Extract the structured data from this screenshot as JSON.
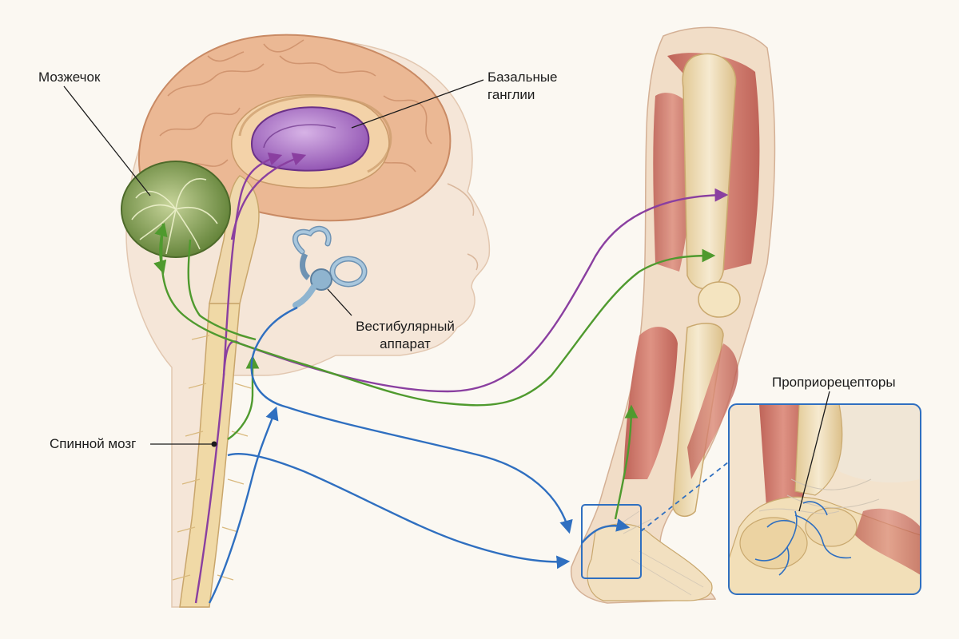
{
  "labels": {
    "cerebellum": "Мозжечок",
    "basal_ganglia_line1": "Базальные",
    "basal_ganglia_line2": "ганглии",
    "vestibular_line1": "Вестибулярный",
    "vestibular_line2": "аппарат",
    "spinal_cord": "Спинной мозг",
    "proprioceptors": "Проприорецепторы"
  },
  "colors": {
    "background": "#fbf8f2",
    "pathway_purple": "#8a3fa0",
    "pathway_green": "#4f9a2e",
    "pathway_blue": "#2f6fc0",
    "cerebellum": "#7d9c4a",
    "basal_ganglia": "#a870c4",
    "brain_cortex": "#e9b48c",
    "vestibular": "#8fb4cf",
    "muscle": "#c9645a",
    "bone": "#eedcb2",
    "skin": "#f3e1cf",
    "inset_border": "#2f6fc0"
  }
}
